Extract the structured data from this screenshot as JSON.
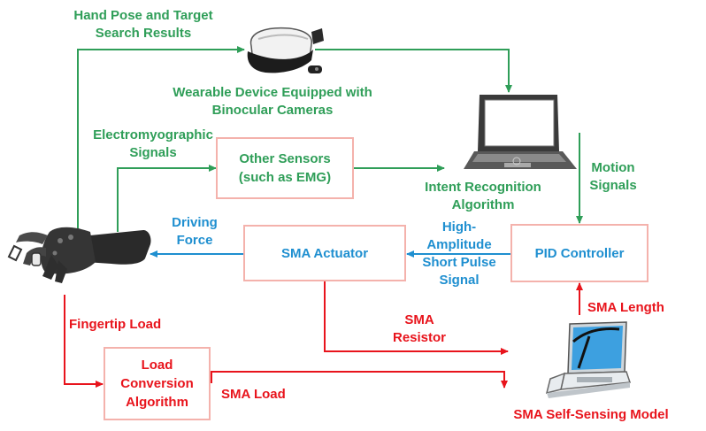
{
  "labels": {
    "hand_pose_line1": "Hand Pose and Target",
    "hand_pose_line2": "Search Results",
    "wearable_line1": "Wearable Device Equipped with",
    "wearable_line2": "Binocular Cameras",
    "emg_line1": "Electromyographic",
    "emg_line2": "Signals",
    "intent_line1": "Intent Recognition",
    "intent_line2": "Algorithm",
    "motion_line1": "Motion",
    "motion_line2": "Signals",
    "driving_line1": "Driving",
    "driving_line2": "Force",
    "pulse_line1": "High-",
    "pulse_line2": "Amplitude",
    "pulse_line3": "Short Pulse",
    "pulse_line4": "Signal",
    "fingertip": "Fingertip Load",
    "sma_resistor_line1": "SMA",
    "sma_resistor_line2": "Resistor",
    "sma_length": "SMA Length",
    "sma_load": "SMA Load",
    "self_sensing": "SMA Self-Sensing Model"
  },
  "boxes": {
    "other_sensors_line1": "Other Sensors",
    "other_sensors_line2": "(such as EMG)",
    "sma_actuator": "SMA Actuator",
    "pid_controller": "PID Controller",
    "load_conv_line1": "Load",
    "load_conv_line2": "Conversion",
    "load_conv_line3": "Algorithm"
  },
  "colors": {
    "green": "#2f9e58",
    "blue": "#1f8fd0",
    "red": "#e8141c",
    "box_border": "#f4b2ac"
  },
  "icons": [
    "vr-headset-icon",
    "laptop-icon",
    "robotic-hand-icon",
    "laptop-model-icon"
  ]
}
